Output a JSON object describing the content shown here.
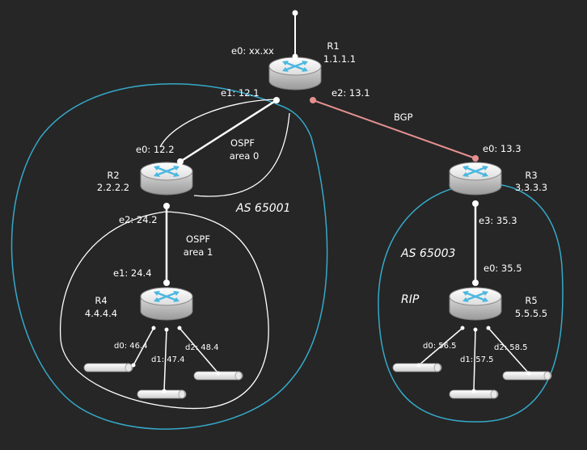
{
  "colors": {
    "background": "#262626",
    "link": "#ffffff",
    "bgp_link": "#e59090",
    "as_boundary": "#35a9c9",
    "router_icon": "#5fc2e6"
  },
  "routers": {
    "r1": {
      "name": "R1",
      "id": "1.1.1.1"
    },
    "r2": {
      "name": "R2",
      "id": "2.2.2.2"
    },
    "r3": {
      "name": "R3",
      "id": "3.3.3.3"
    },
    "r4": {
      "name": "R4",
      "id": "4.4.4.4"
    },
    "r5": {
      "name": "R5",
      "id": "5.5.5.5"
    }
  },
  "interfaces": {
    "r1_e0": "e0: xx.xx",
    "r1_e1": "e1: 12.1",
    "r1_e2": "e2: 13.1",
    "r2_e0": "e0: 12.2",
    "r2_e2": "e2: 24.2",
    "r4_e1": "e1: 24.4",
    "r4_d0": "d0: 46.4",
    "r4_d1": "d1: 47.4",
    "r4_d2": "d2: 48.4",
    "r3_e0": "e0: 13.3",
    "r3_e3": "e3: 35.3",
    "r5_e0": "e0: 35.5",
    "r5_d0": "d0: 56.5",
    "r5_d1": "d1: 57.5",
    "r5_d2": "d2: 58.5"
  },
  "labels": {
    "bgp": "BGP",
    "ospf_area0_line1": "OSPF",
    "ospf_area0_line2": "area 0",
    "ospf_area1_line1": "OSPF",
    "ospf_area1_line2": "area 1",
    "as_65001": "AS 65001",
    "as_65003": "AS 65003",
    "rip": "RIP"
  }
}
